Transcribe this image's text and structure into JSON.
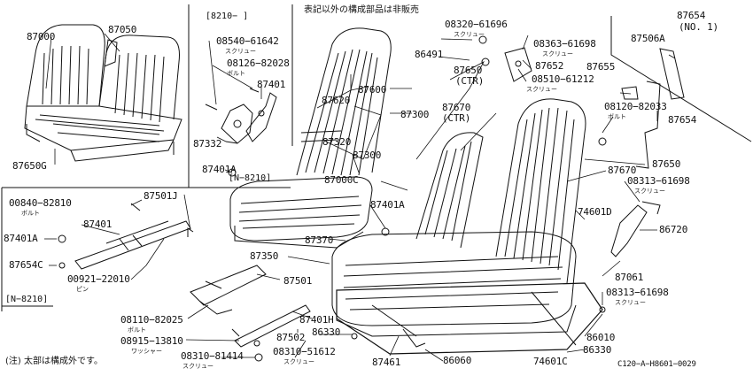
{
  "diagram": {
    "header_note": "表記以外の構成部品は非販売",
    "footnote": "(注) 太部は構成外です。",
    "drawing_code": "C120−A−H8601−0029",
    "group_labels": {
      "n8210_top": "[8210−   ]",
      "n8210_mid": "[N−8210]",
      "n8210_left": "[N−8210]"
    },
    "sub_labels": {
      "screw": "スクリュー",
      "bolt": "ボルト",
      "pin": "ピン",
      "washer": "ワッシャー"
    },
    "parts": [
      "87000",
      "87050",
      "87650G",
      "08540−61642",
      "08126−82028",
      "87401",
      "87332",
      "87620",
      "87600",
      "87300",
      "87320",
      "87300",
      "87401A",
      "87000C",
      "87401A",
      "08320−61696",
      "86491",
      "08363−61698",
      "87650",
      "87652",
      "08510−61212",
      "87670",
      "87654",
      "87506A",
      "87655",
      "08120−82033",
      "87654",
      "87650",
      "87670",
      "08313−61698",
      "74601D",
      "86720",
      "87061",
      "08313−61698",
      "86010",
      "86330",
      "74601C",
      "00840−82810",
      "87501J",
      "87401",
      "87401A",
      "87654C",
      "00921−22010",
      "87370",
      "87350",
      "87501",
      "08110−82025",
      "87401H",
      "87502",
      "86330",
      "08915−13810",
      "08310−81414",
      "08310−51612",
      "87461",
      "86060"
    ],
    "paren_labels": [
      "(CTR)",
      "(CTR)",
      "(NO. 1)"
    ]
  }
}
